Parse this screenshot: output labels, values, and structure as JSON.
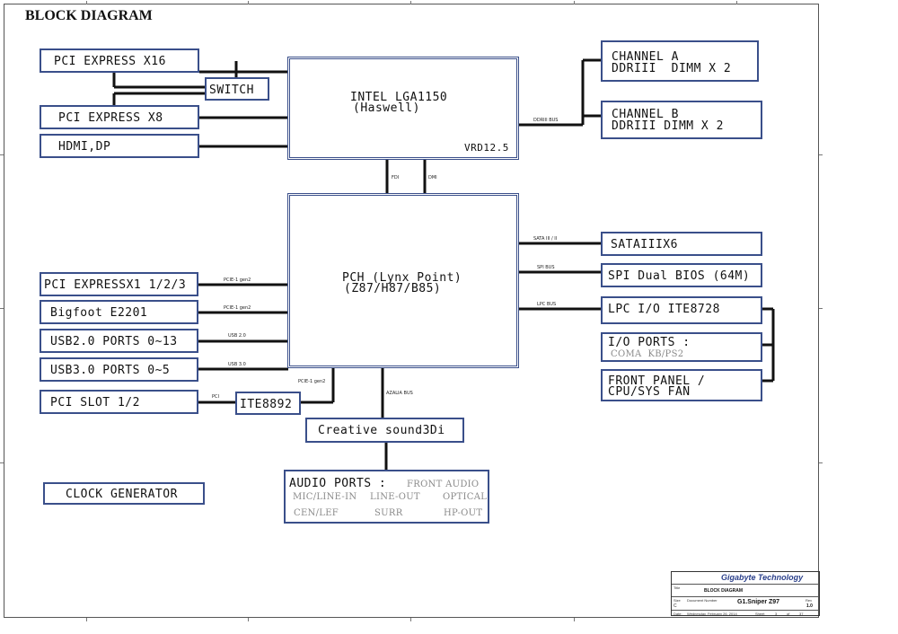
{
  "title": "BLOCK DIAGRAM",
  "blocks": {
    "pcie_x16": "PCI EXPRESS X16",
    "switch": "SWITCH",
    "pcie_x8": "PCI EXPRESS X8",
    "hdmi_dp": "HDMI,DP",
    "cpu_line1": "INTEL LGA1150",
    "cpu_line2": "(Haswell)",
    "cpu_vrd": "VRD12.5",
    "chan_a_line1": "CHANNEL A",
    "chan_a_line2": "DDRIII  DIMM X 2",
    "chan_b_line1": "CHANNEL B",
    "chan_b_line2": "DDRIII DIMM X 2",
    "pch_line1": "PCH (Lynx Point)",
    "pch_line2": "(Z87/H87/B85)",
    "sata": "SATAIIIX6",
    "spi_bios": "SPI Dual BIOS (64M)",
    "lpc_io": "LPC I/O ITE8728",
    "io_ports": "I/O PORTS :",
    "io_ports_sub": "COMA  KB/PS2",
    "front_panel_line1": "FRONT PANEL /",
    "front_panel_line2": "CPU/SYS FAN",
    "pcie_x1": "PCI EXPRESSX1 1/2/3",
    "bigfoot": "Bigfoot E2201",
    "usb2": "USB2.0 PORTS 0~13",
    "usb3": "USB3.0 PORTS 0~5",
    "pci_slot": "PCI SLOT 1/2",
    "ite8892": "ITE8892",
    "creative": "Creative sound3Di",
    "audio_ports": "AUDIO PORTS :",
    "front_audio": "FRONT AUDIO",
    "mic_line_in": "MIC/LINE-IN",
    "line_out": "LINE-OUT",
    "optical": "OPTICAL",
    "cen_lef": "CEN/LEF",
    "surr": "SURR",
    "hp_out": "HP-OUT",
    "clock_gen": "CLOCK GENERATOR"
  },
  "bus_labels": {
    "ddriii_bus": "DDRIII BUS",
    "fdi": "FDI",
    "dmi": "DMI",
    "sata_bus": "SATA III / II",
    "spi_bus": "SPI BUS",
    "lpc_bus": "LPC BUS",
    "pcie_gen2_a": "PCIE-1 gen2",
    "pcie_gen2_b": "PCIE-1 gen2",
    "usb_2": "USB 2.0",
    "usb_3": "USB 3.0",
    "pcie_gen2_c": "PCIE-1 gen2",
    "azalia_bus": "AZALIA BUS",
    "pci": "PCI"
  },
  "title_block": {
    "company": "Gigabyte Technology",
    "title_caption": "Title",
    "title_value": "BLOCK DIAGRAM",
    "size_caption": "Size",
    "size_value": "C",
    "doc_caption": "Document Number",
    "doc_value": "G1.Sniper Z97",
    "rev_caption": "Rev",
    "rev_value": "1.0",
    "date_caption": "Date:",
    "date_value": "Wednesday, February 26, 2014",
    "sheet_caption": "Sheet",
    "sheet_value": "3",
    "of_caption": "of",
    "of_value": "37"
  },
  "colors": {
    "box_border": "#3a4f8a",
    "wire": "#111111",
    "company": "#2a3f8a"
  }
}
